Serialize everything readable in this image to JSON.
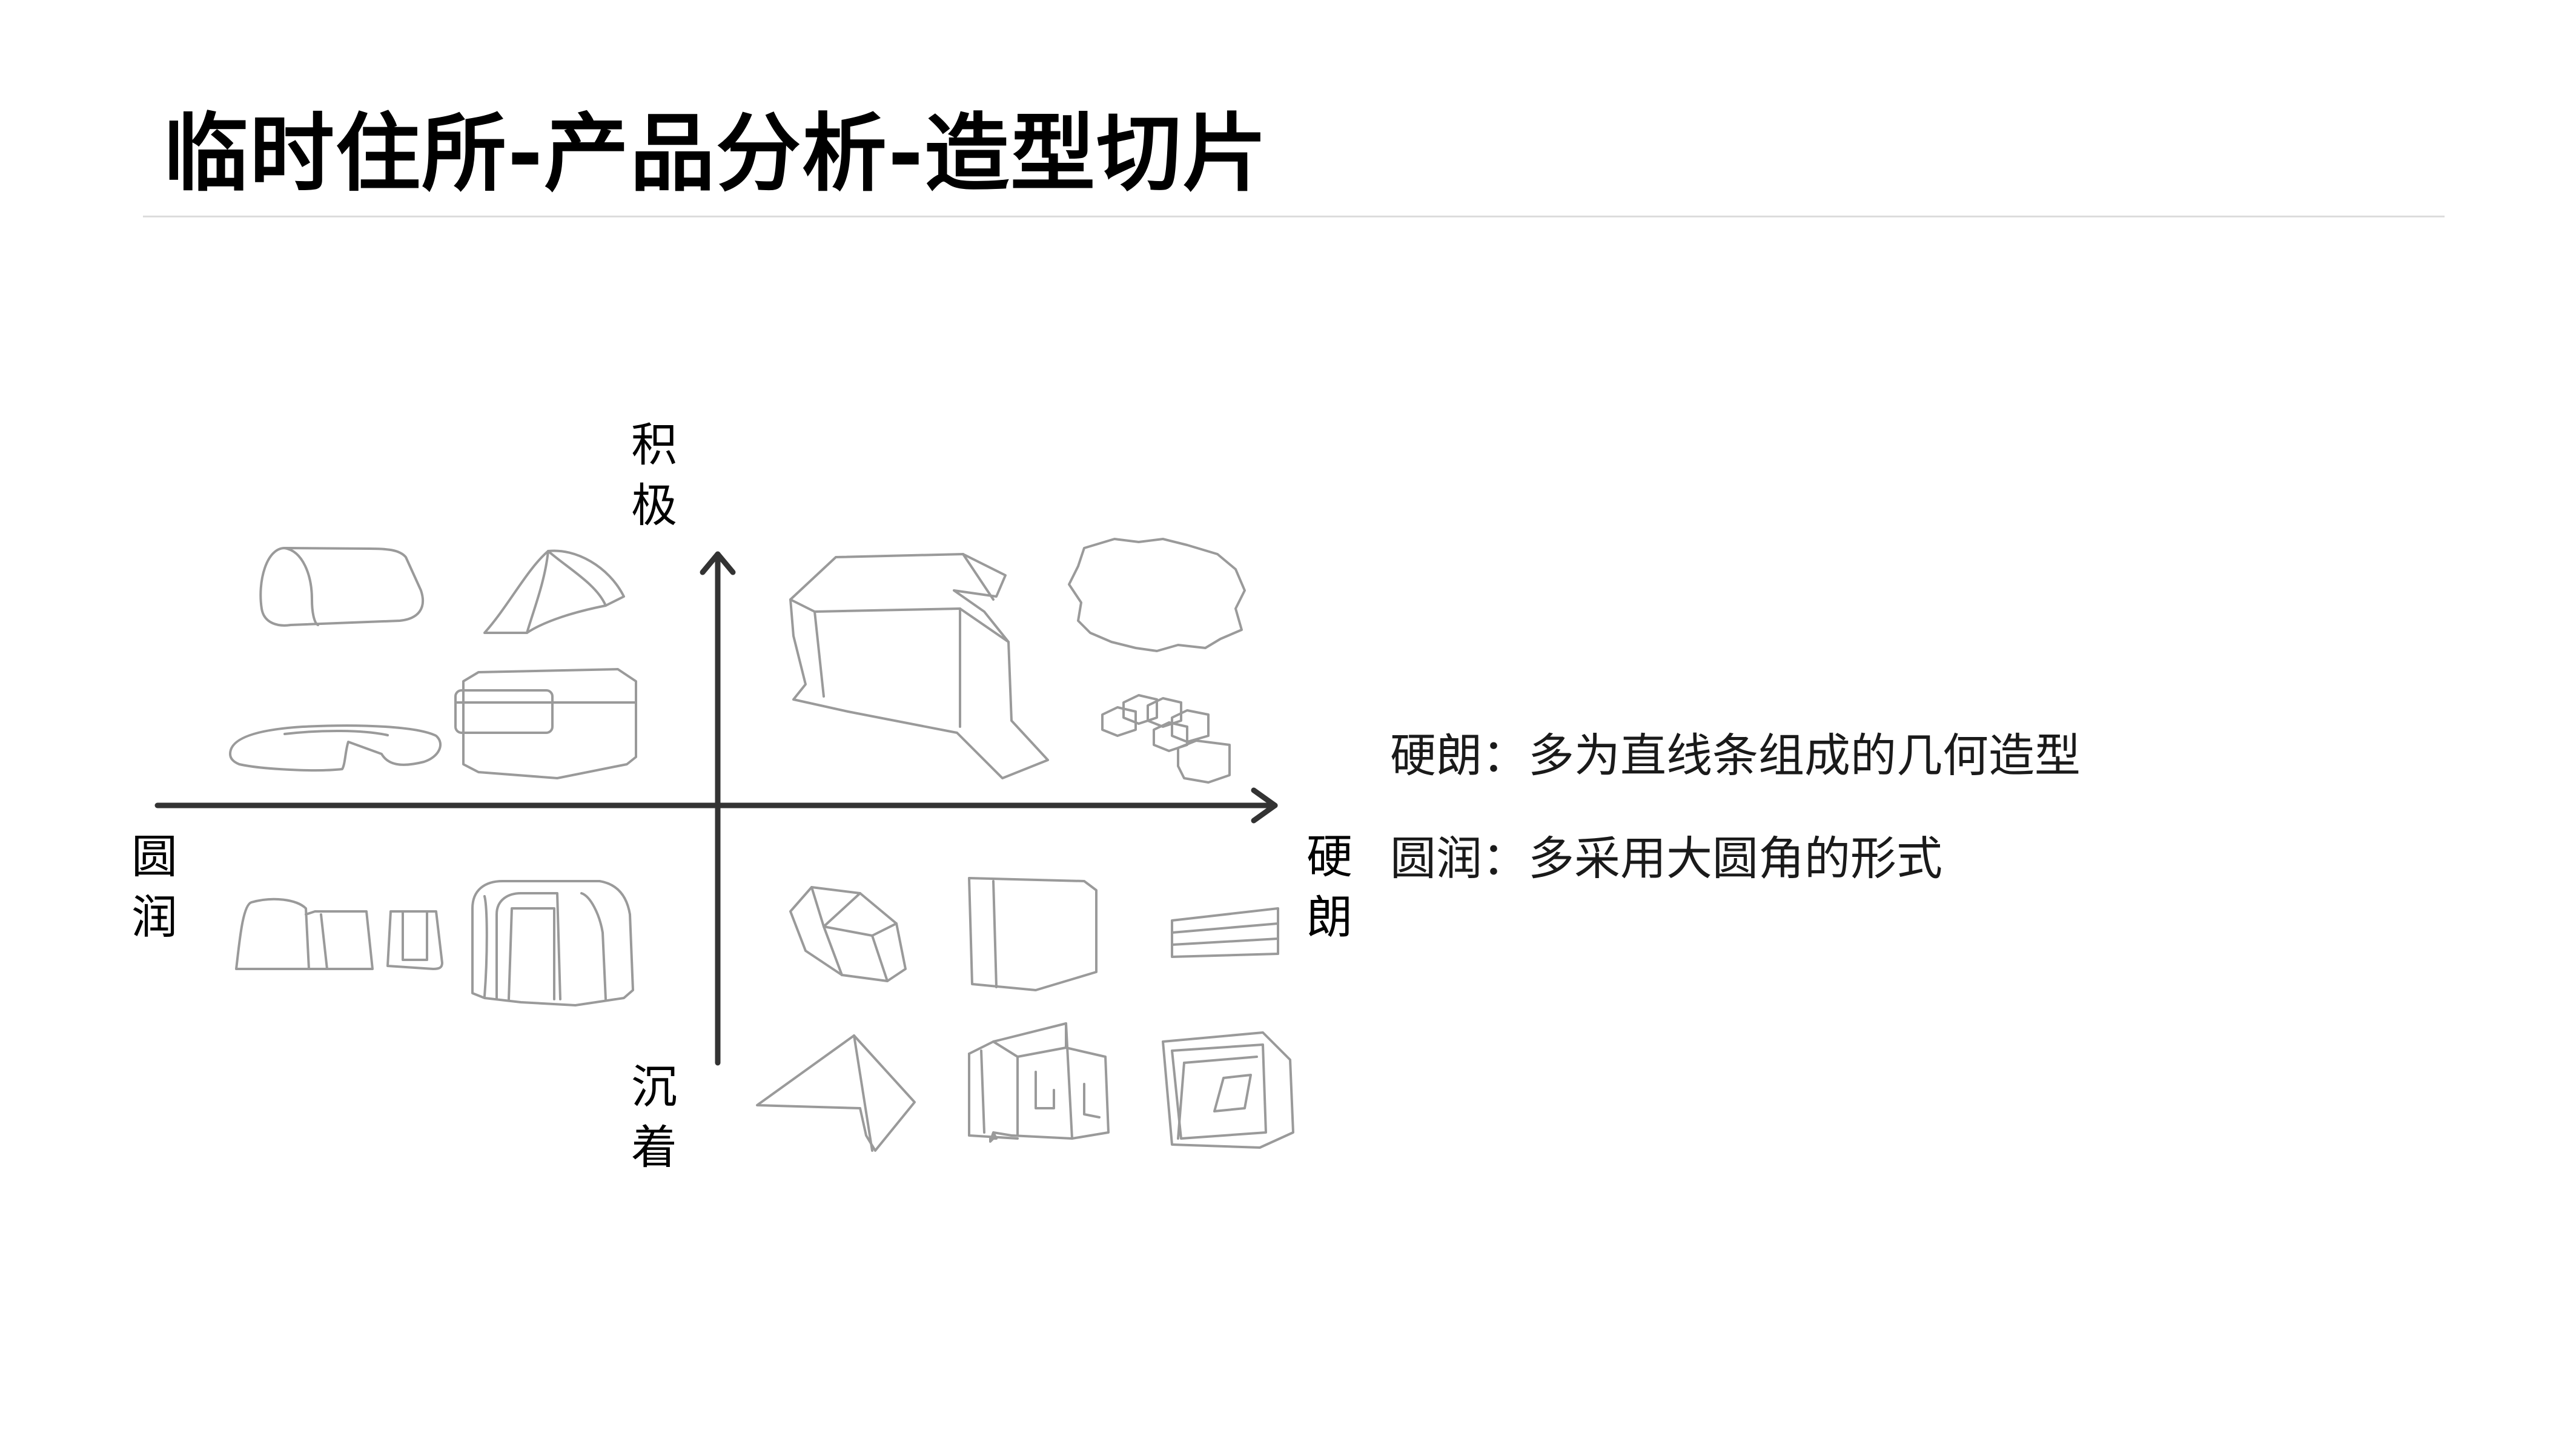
{
  "title": "临时住所-产品分析-造型切片",
  "axes": {
    "top": [
      "积",
      "极"
    ],
    "bottom": [
      "沉",
      "着"
    ],
    "left": [
      "圆",
      "润"
    ],
    "right": [
      "硬",
      "朗"
    ]
  },
  "legend": [
    "硬朗：多为直线条组成的几何造型",
    "圆润：多采用大圆角的形式"
  ],
  "colors": {
    "axis": "#333333",
    "sketch": "#9a9a9a",
    "divider": "#dcdcdc"
  }
}
